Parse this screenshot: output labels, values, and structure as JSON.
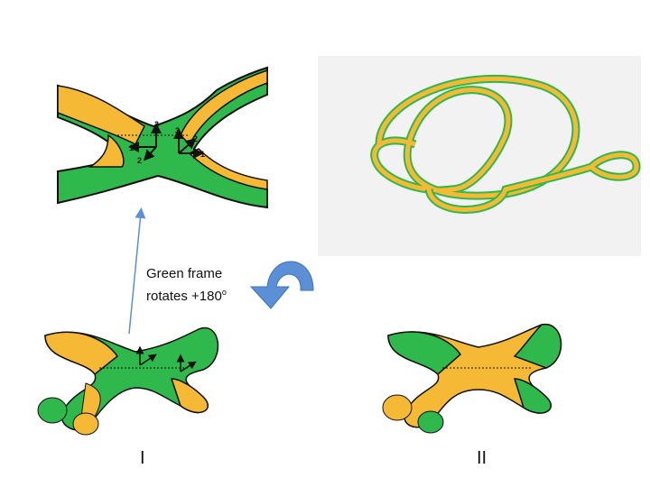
{
  "caption": {
    "line1": "Green frame",
    "line2": "rotates +180",
    "superscript": "o"
  },
  "labels": {
    "left": "I",
    "right": "II"
  },
  "axes": {
    "one": "1",
    "two": "2",
    "three": "3"
  },
  "colors": {
    "green": "#2fb84c",
    "yellow": "#f6b935",
    "arrow": "#5b8fd6",
    "panel": "#f2f2f2"
  }
}
